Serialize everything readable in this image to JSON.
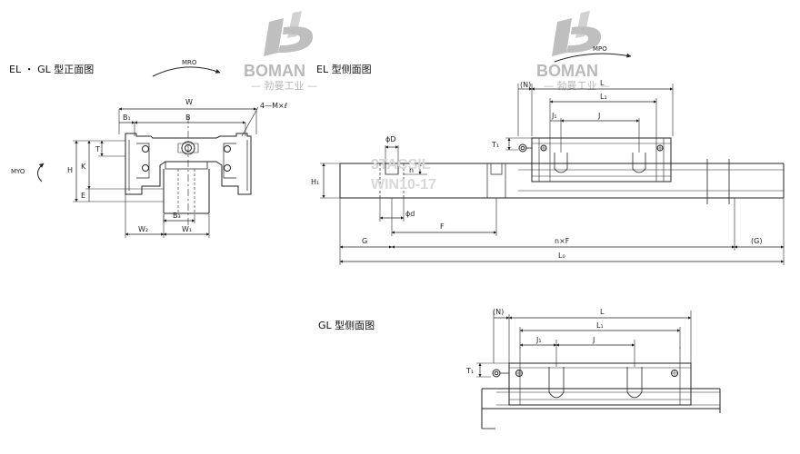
{
  "watermark": {
    "brand": "BOMAN",
    "subtitle": "— 勃曼工业 —"
  },
  "overlay_text": {
    "model": "3TACSIL",
    "code": "WIN10-17"
  },
  "front_view": {
    "title": "EL ・ GL 型正面图",
    "moment_top": "MRO",
    "moment_left": "MYO",
    "labels": {
      "W": "W",
      "B": "B",
      "B1": "B₁",
      "T": "T",
      "K": "K",
      "H": "H",
      "E": "E",
      "B3": "B₃",
      "W2": "W₂",
      "W1": "W₁",
      "thread": "4—M×ℓ"
    }
  },
  "el_side_view": {
    "title": "EL 型侧面图",
    "moment": "MPO",
    "labels": {
      "N": "(N)",
      "L": "L",
      "L1": "L₁",
      "J1": "J₁",
      "J": "J",
      "T1": "T₁",
      "phiD": "ϕD",
      "h": "h",
      "H1": "H₁",
      "phid": "ϕd",
      "F": "F",
      "G": "G",
      "nF": "n×F",
      "Gp": "(G)",
      "L0": "L₀"
    }
  },
  "gl_side_view": {
    "title": "GL 型侧面图",
    "labels": {
      "N": "(N)",
      "L": "L",
      "L1": "L₁",
      "J1": "J₁",
      "J": "J",
      "T1": "T₁"
    }
  }
}
